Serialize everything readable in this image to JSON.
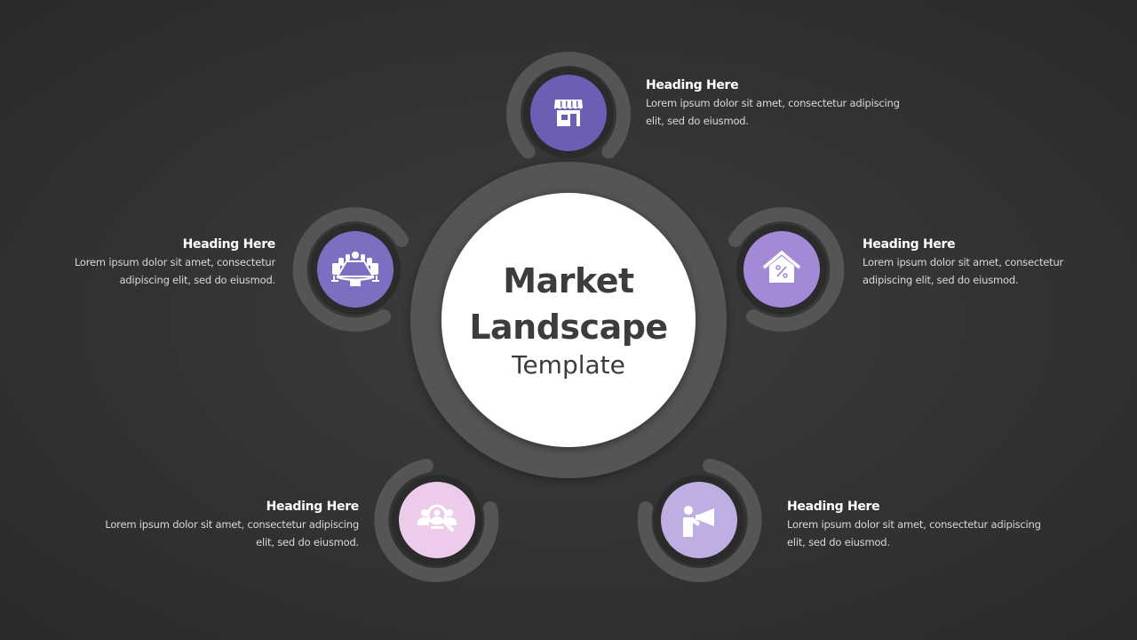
{
  "slide": {
    "title_line1": "Market",
    "title_line2": "Landscape",
    "subtitle": "Template",
    "colors": {
      "background": "#333333",
      "ring": "#555555",
      "center_fill": "#ffffff",
      "title_text": "#3c3c3c",
      "node_top": "#6b5fb5",
      "node_left": "#7a6fc0",
      "node_right": "#a48ad6",
      "node_bottom_left": "#eccbeb",
      "node_bottom_right": "#bfaee4"
    }
  },
  "nodes": [
    {
      "id": "top",
      "icon": "storefront-icon",
      "heading": "Heading Here",
      "body_line1": "Lorem ipsum dolor sit amet, consectetur adipiscing",
      "body_line2": "elit, sed do eiusmod."
    },
    {
      "id": "left",
      "icon": "conference-table-icon",
      "heading": "Heading Here",
      "body_line1": "Lorem ipsum dolor sit amet, consectetur",
      "body_line2": "adipiscing elit, sed do eiusmod."
    },
    {
      "id": "right",
      "icon": "house-percent-icon",
      "heading": "Heading Here",
      "body_line1": "Lorem ipsum dolor sit amet, consectetur",
      "body_line2": "adipiscing elit, sed do eiusmod."
    },
    {
      "id": "bottom-left",
      "icon": "people-search-icon",
      "heading": "Heading Here",
      "body_line1": "Lorem ipsum dolor sit amet, consectetur adipiscing",
      "body_line2": "elit, sed do eiusmod."
    },
    {
      "id": "bottom-right",
      "icon": "person-megaphone-icon",
      "heading": "Heading Here",
      "body_line1": "Lorem ipsum dolor sit amet, consectetur adipiscing",
      "body_line2": "elit, sed do eiusmod."
    }
  ]
}
